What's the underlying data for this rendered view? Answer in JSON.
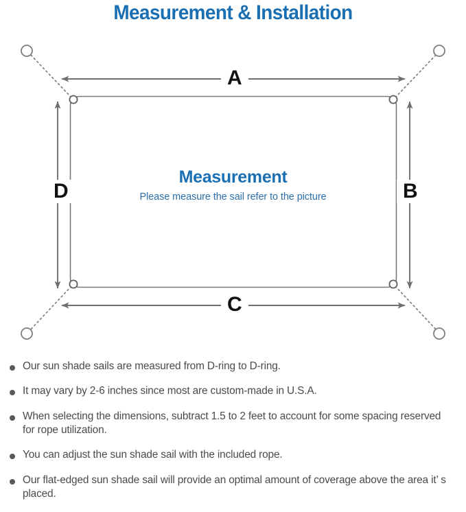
{
  "title": "Measurement & Installation",
  "diagram": {
    "sail_label": "Measurement",
    "sail_sublabel": "Please measure the sail refer to the picture",
    "dimensions": {
      "top": "A",
      "right": "B",
      "bottom": "C",
      "left": "D"
    },
    "colors": {
      "accent_blue": "#1a6fb2",
      "sub_blue": "#2b6ea8",
      "line_gray": "#6f7072",
      "sail_border": "#77797b",
      "bullet_gray": "#58595b",
      "body_text": "#4a4a4c"
    }
  },
  "notes": [
    "Our sun shade sails are measured from D-ring to D-ring.",
    "It may vary by 2-6 inches since most are custom-made in U.S.A.",
    "When selecting the dimensions, subtract 1.5 to 2 feet to account for some spacing reserved for rope utilization.",
    "You can adjust the sun shade sail with the included rope.",
    "Our flat-edged sun shade sail will provide an optimal amount of coverage above the area it’  s placed."
  ]
}
